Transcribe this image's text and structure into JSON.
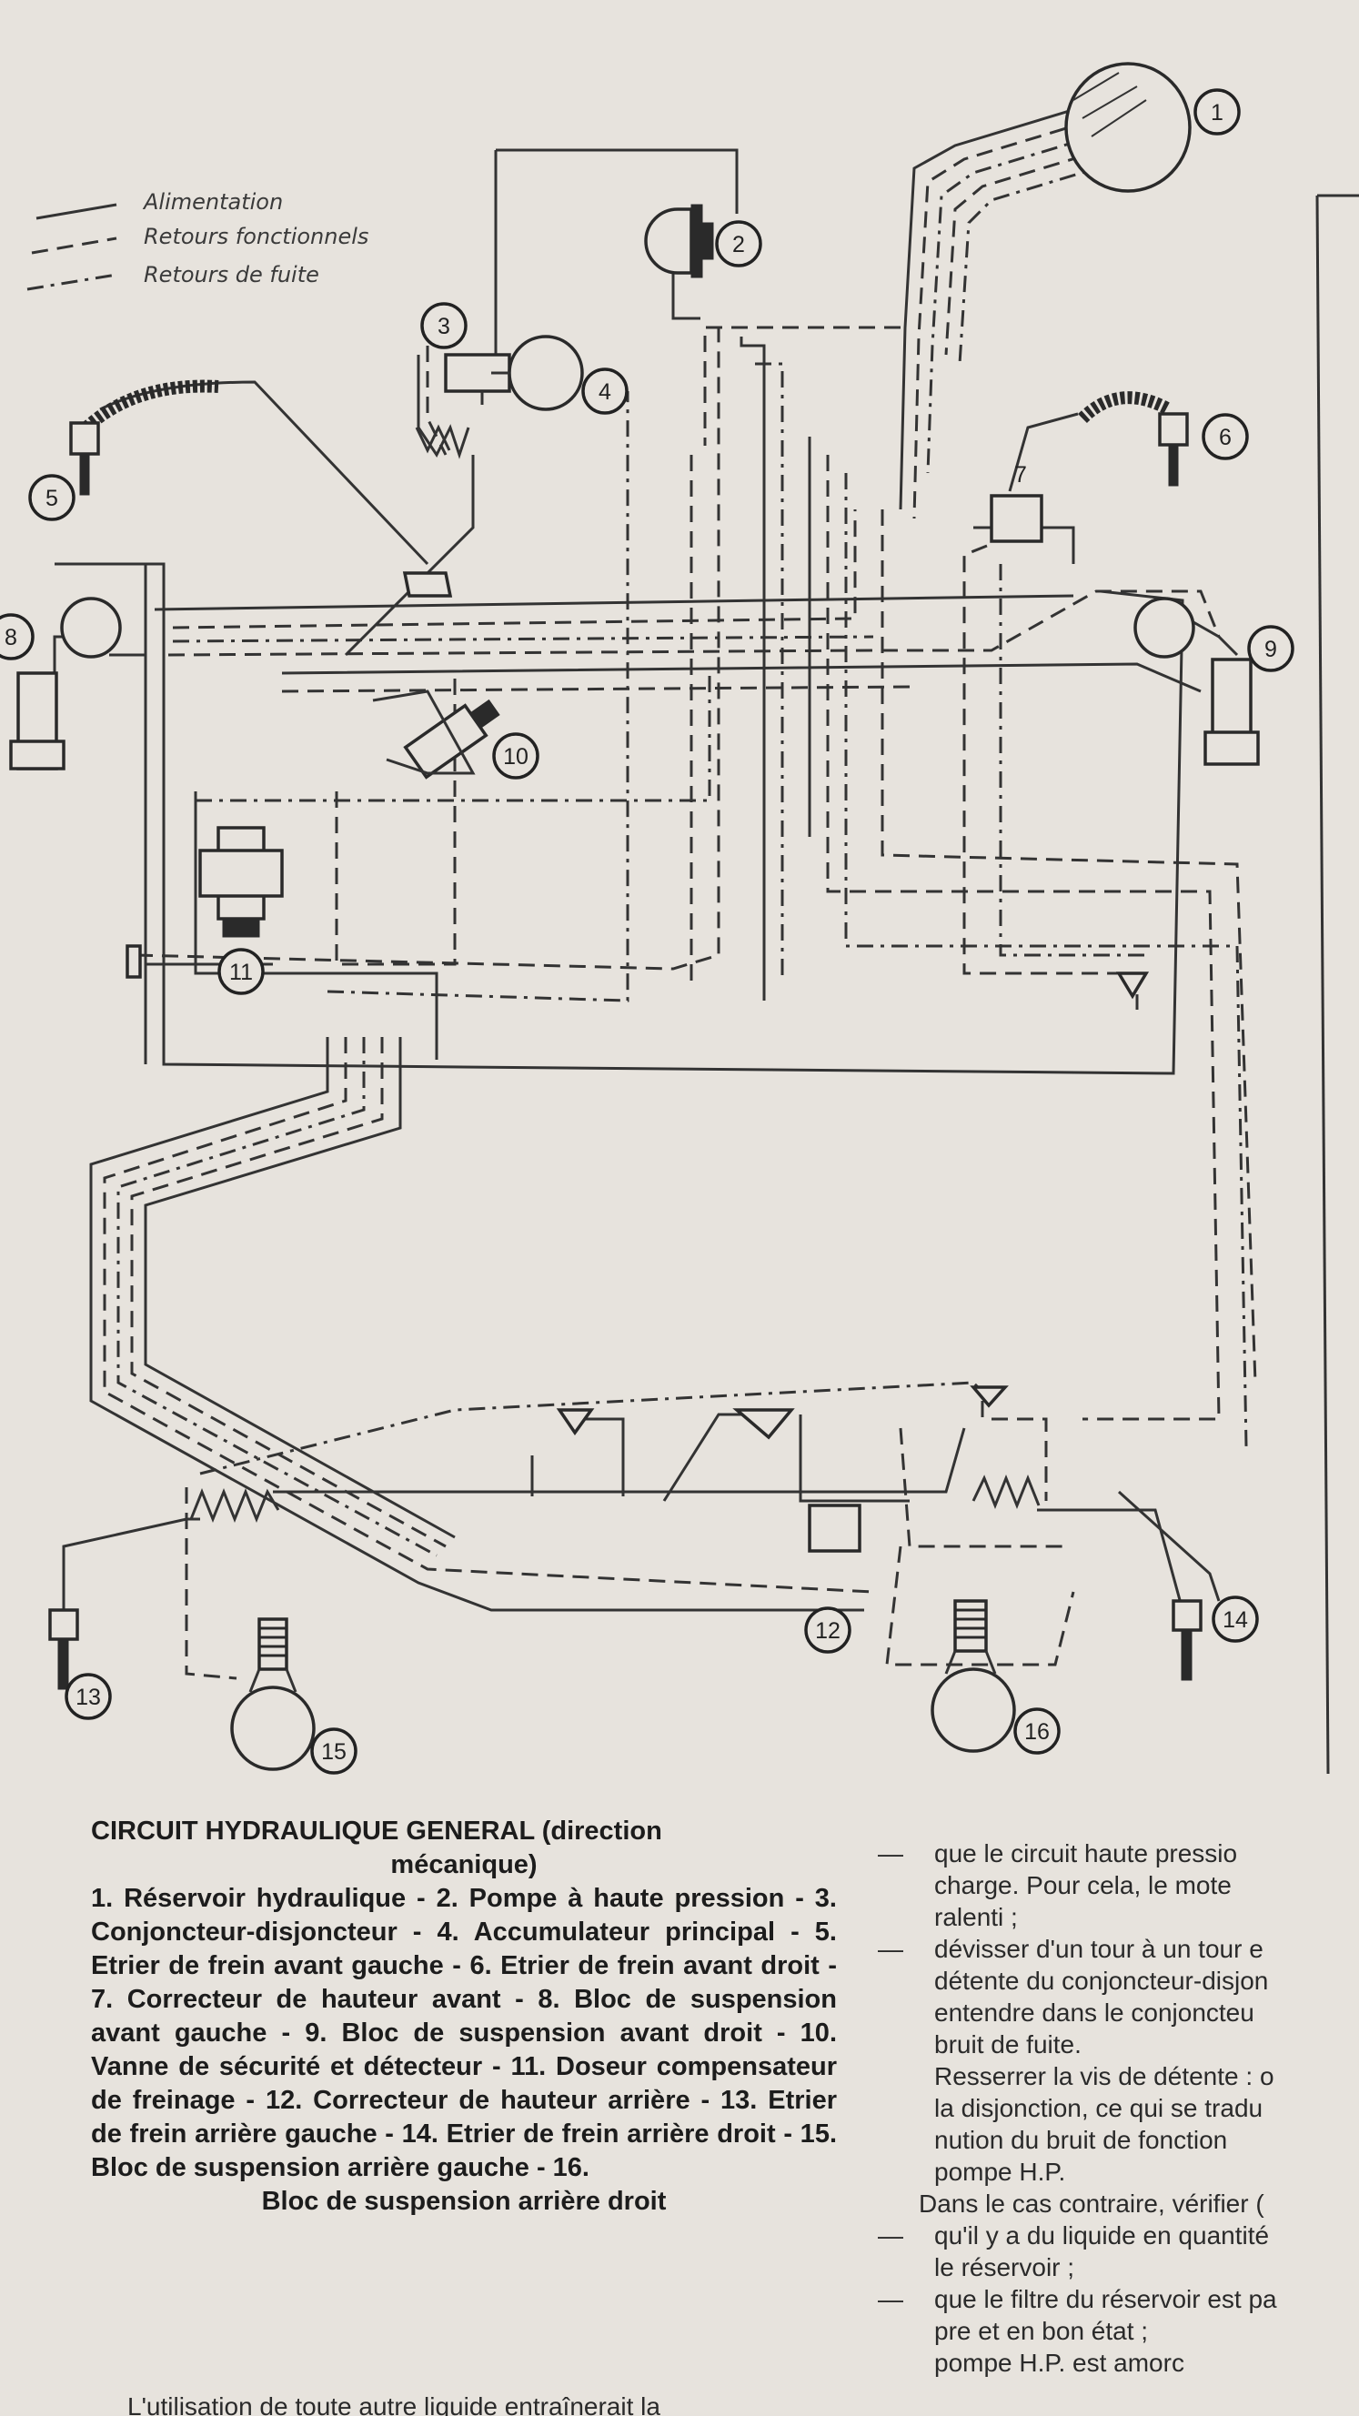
{
  "legend": {
    "items": [
      {
        "label": "Alimentation",
        "style": "solid"
      },
      {
        "label": "Retours fonctionnels",
        "style": "dashed"
      },
      {
        "label": "Retours de fuite",
        "style": "dashdot"
      }
    ]
  },
  "component_numbers": [
    "1",
    "2",
    "3",
    "4",
    "5",
    "6",
    "7",
    "8",
    "9",
    "10",
    "11",
    "12",
    "13",
    "14",
    "15",
    "16"
  ],
  "caption": {
    "title": "CIRCUIT HYDRAULIQUE GENERAL (direction",
    "subtitle": "mécanique)",
    "body": "1. Réservoir hydraulique - 2. Pompe à haute pression - 3. Conjoncteur-disjoncteur - 4. Accumulateur principal - 5. Etrier de frein avant gauche - 6. Etrier de frein avant droit - 7. Correcteur de hauteur avant - 8. Bloc de suspension avant gauche - 9. Bloc de suspension avant droit - 10. Vanne de sécurité et détecteur - 11. Doseur compensateur de freinage - 12. Correcteur de hauteur arrière - 13. Etrier de frein arrière gauche - 14. Etrier de frein arrière droit - 15. Bloc de suspension arrière gauche - 16.",
    "last": "Bloc de suspension arrière droit"
  },
  "right_column": {
    "lines": [
      {
        "dash": "—",
        "text": "que le circuit haute pressio"
      },
      {
        "dash": "",
        "text": "charge. Pour cela, le mote"
      },
      {
        "dash": "",
        "text": "ralenti ;"
      },
      {
        "dash": "—",
        "text": "dévisser d'un tour à un tour e"
      },
      {
        "dash": "",
        "text": "détente du conjoncteur-disjon"
      },
      {
        "dash": "",
        "text": "entendre dans le conjoncteu"
      },
      {
        "dash": "",
        "text": "bruit de fuite."
      },
      {
        "dash": "",
        "text": "Resserrer la vis de détente : o"
      },
      {
        "dash": "",
        "text": "la disjonction, ce qui se tradu"
      },
      {
        "dash": "",
        "text": "nution du bruit de fonction"
      },
      {
        "dash": "",
        "text": "pompe H.P."
      },
      {
        "dash": "",
        "text": "Dans le cas contraire, vérifier ("
      },
      {
        "dash": "—",
        "text": "qu'il y a du liquide en quantité"
      },
      {
        "dash": "",
        "text": "le réservoir ;"
      },
      {
        "dash": "—",
        "text": "que le filtre du réservoir est pa"
      },
      {
        "dash": "",
        "text": "pre et en bon état ;"
      },
      {
        "dash": "",
        "text": "pompe H.P. est amorc"
      }
    ]
  },
  "bottom_partial": "L'utilisation de toute autre liquide entraînerait la"
}
